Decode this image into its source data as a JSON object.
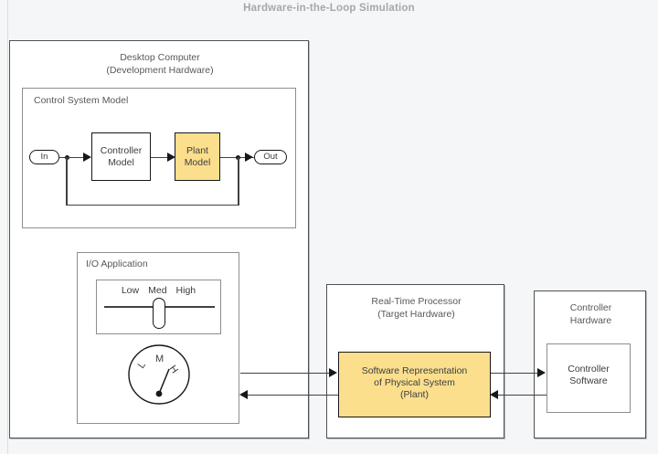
{
  "title": "Hardware-in-the-Loop Simulation",
  "desktop": {
    "title": "Desktop Computer\n(Development Hardware)",
    "control_system": {
      "label": "Control System Model",
      "in_port": "In",
      "out_port": "Out",
      "controller_block": "Controller\nModel",
      "plant_block": "Plant\nModel",
      "plant_color": "#fbdf8d"
    },
    "io_application": {
      "label": "I/O Application",
      "slider": {
        "options": [
          "Low",
          "Med",
          "High"
        ],
        "value": "Med"
      },
      "gauge": {
        "ticks": [
          "L",
          "M",
          "H"
        ],
        "value": "H"
      }
    }
  },
  "realtime": {
    "title": "Real-Time Processor\n(Target Hardware)",
    "plant_block": "Software Representation\nof Physical System\n(Plant)",
    "plant_color": "#fbdf8d"
  },
  "controller_hw": {
    "title": "Controller\nHardware",
    "software_block": "Controller\nSoftware"
  }
}
